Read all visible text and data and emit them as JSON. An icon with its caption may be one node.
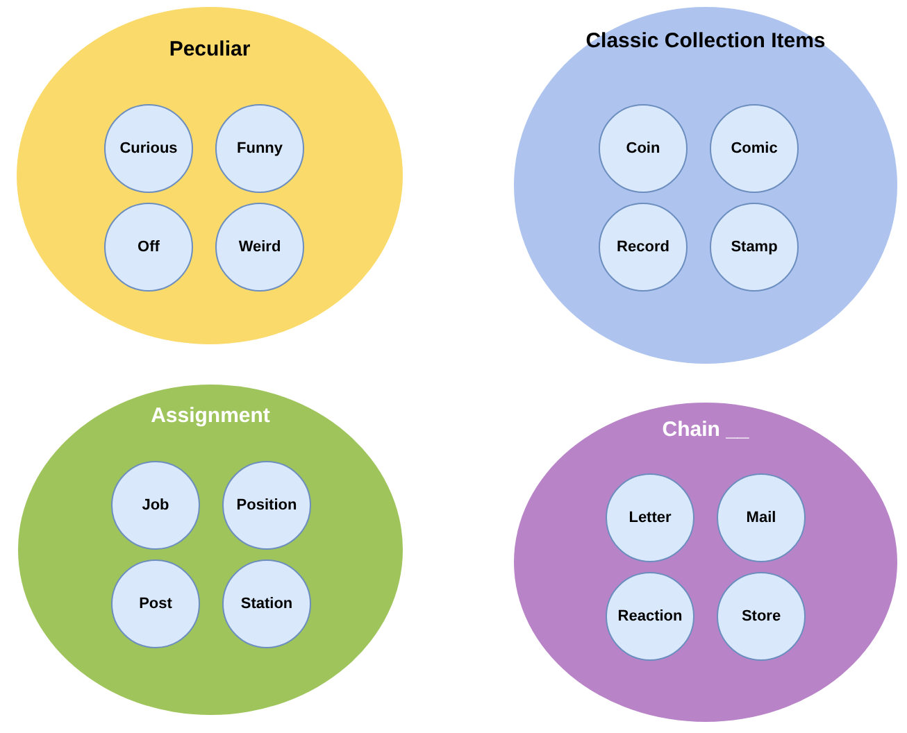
{
  "diagram": {
    "nodes": [
      {
        "text": [
          "Peculiar"
        ]
      },
      {
        "text": [
          "Curious"
        ],
        "in": 0
      },
      {
        "text": [
          "Funny"
        ],
        "in": 0
      },
      {
        "text": [
          "Off"
        ],
        "in": 0
      },
      {
        "text": [
          "Weird"
        ],
        "in": 0
      },
      {
        "text": [
          "Classic Collection Items"
        ]
      },
      {
        "text": [
          "Coin"
        ],
        "in": 5
      },
      {
        "text": [
          "Comic"
        ],
        "in": 5
      },
      {
        "text": [
          "Record"
        ],
        "in": 5
      },
      {
        "text": [
          "Stamp"
        ],
        "in": 5
      },
      {
        "text": [
          "Assignment"
        ]
      },
      {
        "text": [
          "Job"
        ],
        "in": 10
      },
      {
        "text": [
          "Position"
        ],
        "in": 10
      },
      {
        "text": [
          "Post"
        ],
        "in": 10
      },
      {
        "text": [
          "Station"
        ],
        "in": 10
      },
      {
        "text": [
          "Chain __"
        ]
      },
      {
        "text": [
          "Letter"
        ],
        "in": 15
      },
      {
        "text": [
          "Mail"
        ],
        "in": 15
      },
      {
        "text": [
          "Reaction"
        ],
        "in": 15
      },
      {
        "text": [
          "Store"
        ],
        "in": 15
      }
    ]
  }
}
